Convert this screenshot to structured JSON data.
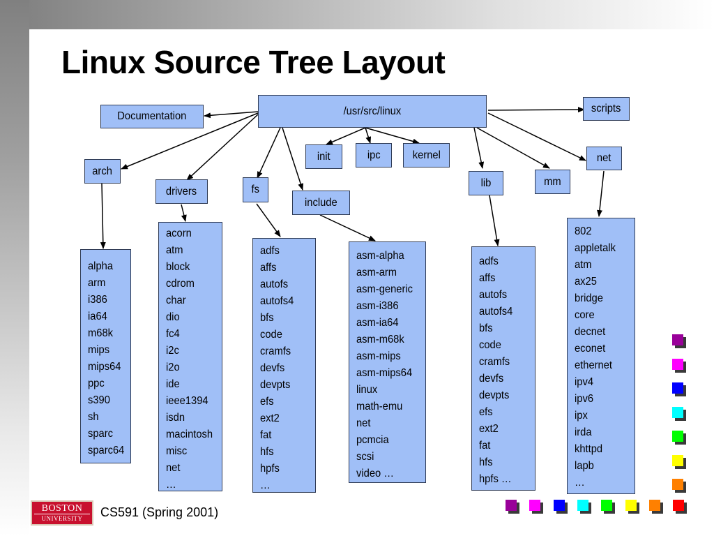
{
  "slide": {
    "title": "Linux Source Tree Layout",
    "footer": {
      "logo_line1": "BOSTON",
      "logo_line2": "UNIVERSITY",
      "course": "CS591 (Spring 2001)"
    }
  },
  "tree": {
    "root": "/usr/src/linux",
    "nodes": {
      "documentation": "Documentation",
      "scripts": "scripts",
      "arch": "arch",
      "drivers": "drivers",
      "fs": "fs",
      "include": "include",
      "init": "init",
      "ipc": "ipc",
      "kernel": "kernel",
      "lib": "lib",
      "mm": "mm",
      "net": "net"
    },
    "lists": {
      "arch": [
        "alpha",
        "arm",
        "i386",
        "ia64",
        "m68k",
        "mips",
        "mips64",
        "ppc",
        "s390",
        "sh",
        "sparc",
        "sparc64"
      ],
      "drivers": [
        "acorn",
        "atm",
        "block",
        "cdrom",
        "char",
        "dio",
        "fc4",
        "i2c",
        "i2o",
        "ide",
        "ieee1394",
        "isdn",
        "macintosh",
        "misc",
        "net",
        "…"
      ],
      "fs": [
        "adfs",
        "affs",
        "autofs",
        "autofs4",
        "bfs",
        "code",
        "cramfs",
        "devfs",
        "devpts",
        "efs",
        "ext2",
        "fat",
        "hfs",
        "hpfs",
        "…"
      ],
      "include": [
        "asm-alpha",
        "asm-arm",
        "asm-generic",
        "asm-i386",
        "asm-ia64",
        "asm-m68k",
        "asm-mips",
        "asm-mips64",
        "linux",
        "math-emu",
        "net",
        "pcmcia",
        "scsi",
        "video …"
      ],
      "lib": [
        "adfs",
        "affs",
        "autofs",
        "autofs4",
        "bfs",
        "code",
        "cramfs",
        "devfs",
        "devpts",
        "efs",
        "ext2",
        "fat",
        "hfs",
        "hpfs …"
      ],
      "net": [
        "802",
        "appletalk",
        "atm",
        "ax25",
        "bridge",
        "core",
        "decnet",
        "econet",
        "ethernet",
        "ipv4",
        "ipv6",
        "ipx",
        "irda",
        "khttpd",
        "lapb",
        "…"
      ]
    }
  },
  "decor": {
    "colors": [
      "#990099",
      "#ff00ff",
      "#0000ff",
      "#00ffff",
      "#00ff00",
      "#ffff00",
      "#ff8000",
      "#ff0000"
    ],
    "box_fill": "#a0bff7"
  }
}
